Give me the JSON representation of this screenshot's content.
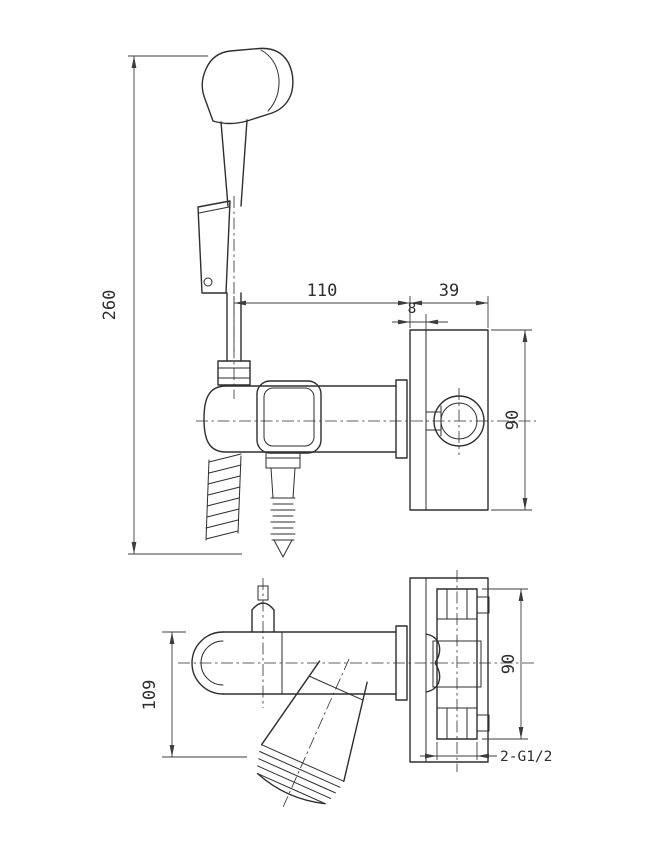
{
  "colors": {
    "line": "#2e2e2e",
    "dim": "#3c3c3c",
    "text": "#2e2e2e",
    "background": "#ffffff"
  },
  "dimensions": {
    "overall_height": "260",
    "body_length": "110",
    "depth": "39",
    "plate_thickness": "8",
    "plate_height": "90",
    "spout_drop": "109",
    "port_spacing": "90",
    "thread": "2-G1/2"
  }
}
